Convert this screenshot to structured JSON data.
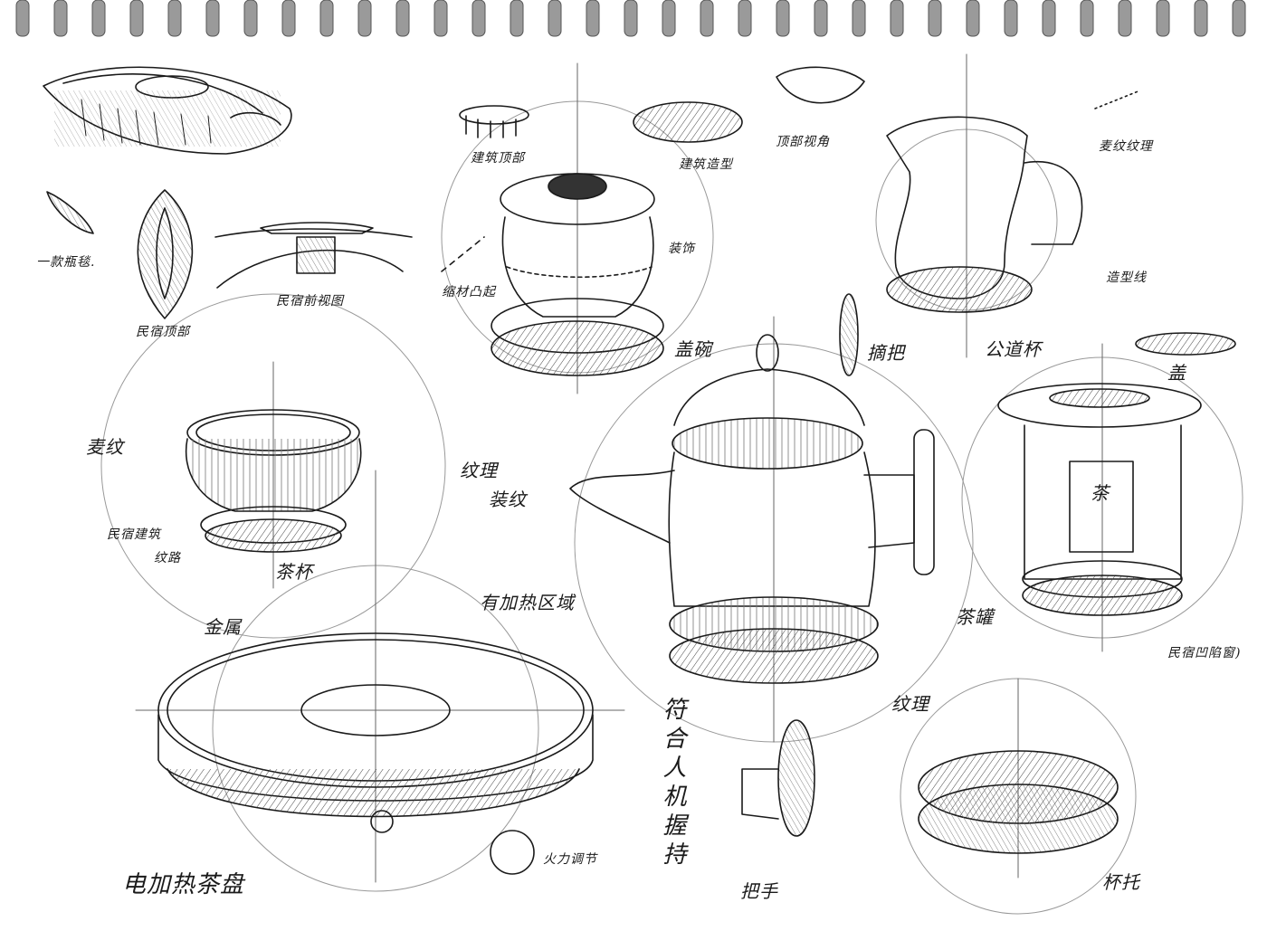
{
  "page": {
    "background": "#ffffff",
    "ink": "#1a1a1a"
  },
  "labels": {
    "decor_tiles": "一款瓶毯.",
    "homestay_roof": "民宿顶部",
    "homestay_front_view": "民宿前视图",
    "building_roof": "建筑顶部",
    "building_shape": "建筑造型",
    "decor_pattern": "装饰",
    "decor_bump": "缩材凸起",
    "lid_cover": "盖碗",
    "roof_perspective": "顶部视角",
    "pattern_texture": "麦纹纹理",
    "shape_line": "造型线",
    "fair_cup": "公道杯",
    "knob_handle": "摘把",
    "pattern_texture_2": "纹理",
    "decor_pattern_2": "装纹",
    "lid": "盖",
    "tea_char": "茶",
    "tea_caddy": "茶罐",
    "homestay_window": "民宿凹陷窗)",
    "pattern_left": "麦纹",
    "homestay_build_pattern_1": "民宿建筑",
    "homestay_build_pattern_2": "纹路",
    "tea_cup": "茶杯",
    "metal": "金属",
    "heating_area": "有加热区域",
    "ergonomic": "符合人机握持",
    "texture_2": "纹理",
    "handle": "把手",
    "cup_holder": "杯托",
    "fire_knob": "火力调节",
    "electric_tray": "电加热茶盘"
  }
}
